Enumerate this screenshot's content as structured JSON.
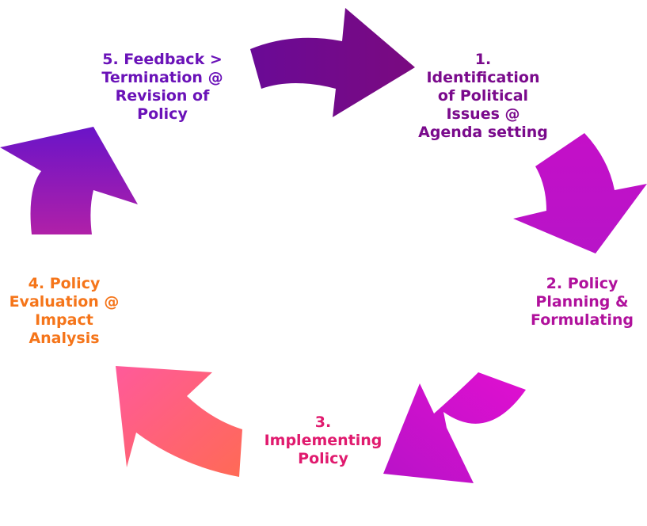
{
  "diagram": {
    "stages": [
      {
        "number": 1,
        "label": "1.\nIdentification\nof Political\nIssues @\nAgenda setting",
        "color": "#7a0a8c"
      },
      {
        "number": 2,
        "label": "2. Policy\nPlanning &\nFormulating",
        "color": "#b0119c"
      },
      {
        "number": 3,
        "label": "3.\nImplementing\nPolicy",
        "color": "#e01a6e"
      },
      {
        "number": 4,
        "label": "4. Policy\nEvaluation @\nImpact Analysis",
        "color": "#f5751a"
      },
      {
        "number": 5,
        "label": "5. Feedback >\nTermination @\nRevision of\nPolicy",
        "color": "#6a12b8"
      }
    ],
    "arrow_colors": [
      {
        "from": "#6a0a96",
        "to": "#7a0a80"
      },
      {
        "from": "#c40fc8",
        "to": "#b814c8"
      },
      {
        "from": "#e010d0",
        "to": "#b812c8"
      },
      {
        "from": "#ff5a9a",
        "to": "#ff6a55"
      },
      {
        "from": "#6a14c8",
        "to": "#b020a8"
      }
    ]
  }
}
